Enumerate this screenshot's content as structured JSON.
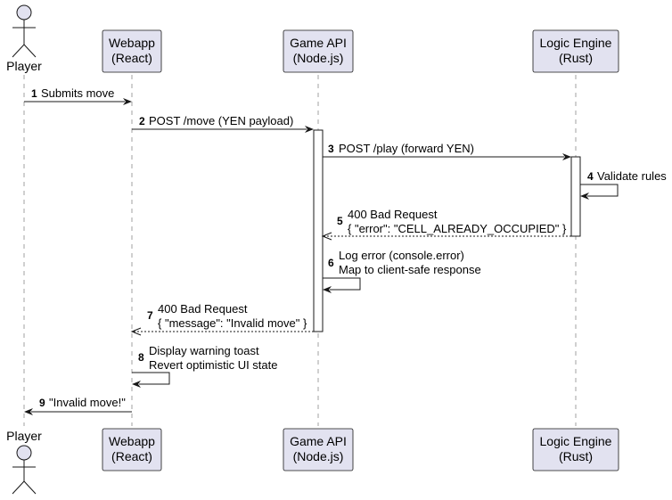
{
  "participants": {
    "player": {
      "label": "Player"
    },
    "webapp": {
      "line1": "Webapp",
      "line2": "(React)"
    },
    "gameapi": {
      "line1": "Game API",
      "line2": "(Node.js)"
    },
    "logic": {
      "line1": "Logic Engine",
      "line2": "(Rust)"
    }
  },
  "messages": [
    {
      "num": "1",
      "lines": [
        "Submits move"
      ]
    },
    {
      "num": "2",
      "lines": [
        "POST /move (YEN payload)"
      ]
    },
    {
      "num": "3",
      "lines": [
        "POST /play (forward YEN)"
      ]
    },
    {
      "num": "4",
      "lines": [
        "Validate rules"
      ]
    },
    {
      "num": "5",
      "lines": [
        "400 Bad Request",
        "{ \"error\": \"CELL_ALREADY_OCCUPIED\" }"
      ]
    },
    {
      "num": "6",
      "lines": [
        "Log error (console.error)",
        "Map to client-safe response"
      ]
    },
    {
      "num": "7",
      "lines": [
        "400 Bad Request",
        "{ \"message\": \"Invalid move\" }"
      ]
    },
    {
      "num": "8",
      "lines": [
        "Display warning toast",
        "Revert optimistic UI state"
      ]
    },
    {
      "num": "9",
      "lines": [
        "\"Invalid move!\""
      ]
    }
  ],
  "colors": {
    "participant_fill": "#e2e2f0",
    "line": "#181818",
    "lifeline": "#a0a0a0"
  }
}
